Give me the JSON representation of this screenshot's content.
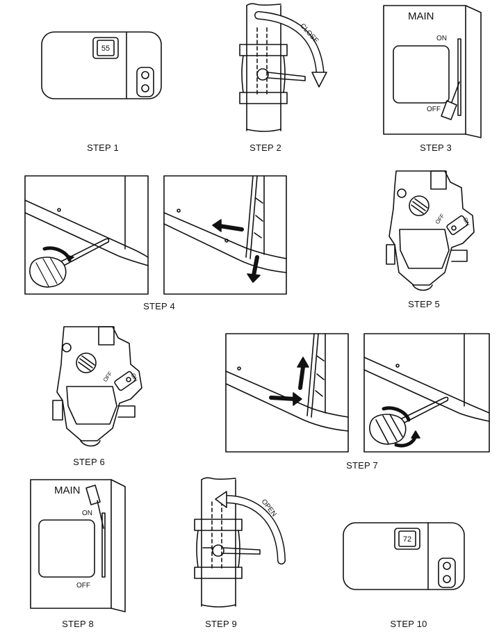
{
  "steps": [
    {
      "label": "STEP 1"
    },
    {
      "label": "STEP 2"
    },
    {
      "label": "STEP 3"
    },
    {
      "label": "STEP 4"
    },
    {
      "label": "STEP 5"
    },
    {
      "label": "STEP 6"
    },
    {
      "label": "STEP 7"
    },
    {
      "label": "STEP 8"
    },
    {
      "label": "STEP 9"
    },
    {
      "label": "STEP 10"
    }
  ],
  "thermostat": {
    "before": "55",
    "after": "72"
  },
  "valve": {
    "close_label": "CLOSE",
    "open_label": "OPEN"
  },
  "switch": {
    "title": "MAIN",
    "on_label": "ON",
    "off_label": "OFF"
  },
  "gas_control": {
    "off_label": "OFF",
    "on_label": "ON"
  },
  "colors": {
    "ink": "#111111",
    "paper": "#ffffff"
  }
}
